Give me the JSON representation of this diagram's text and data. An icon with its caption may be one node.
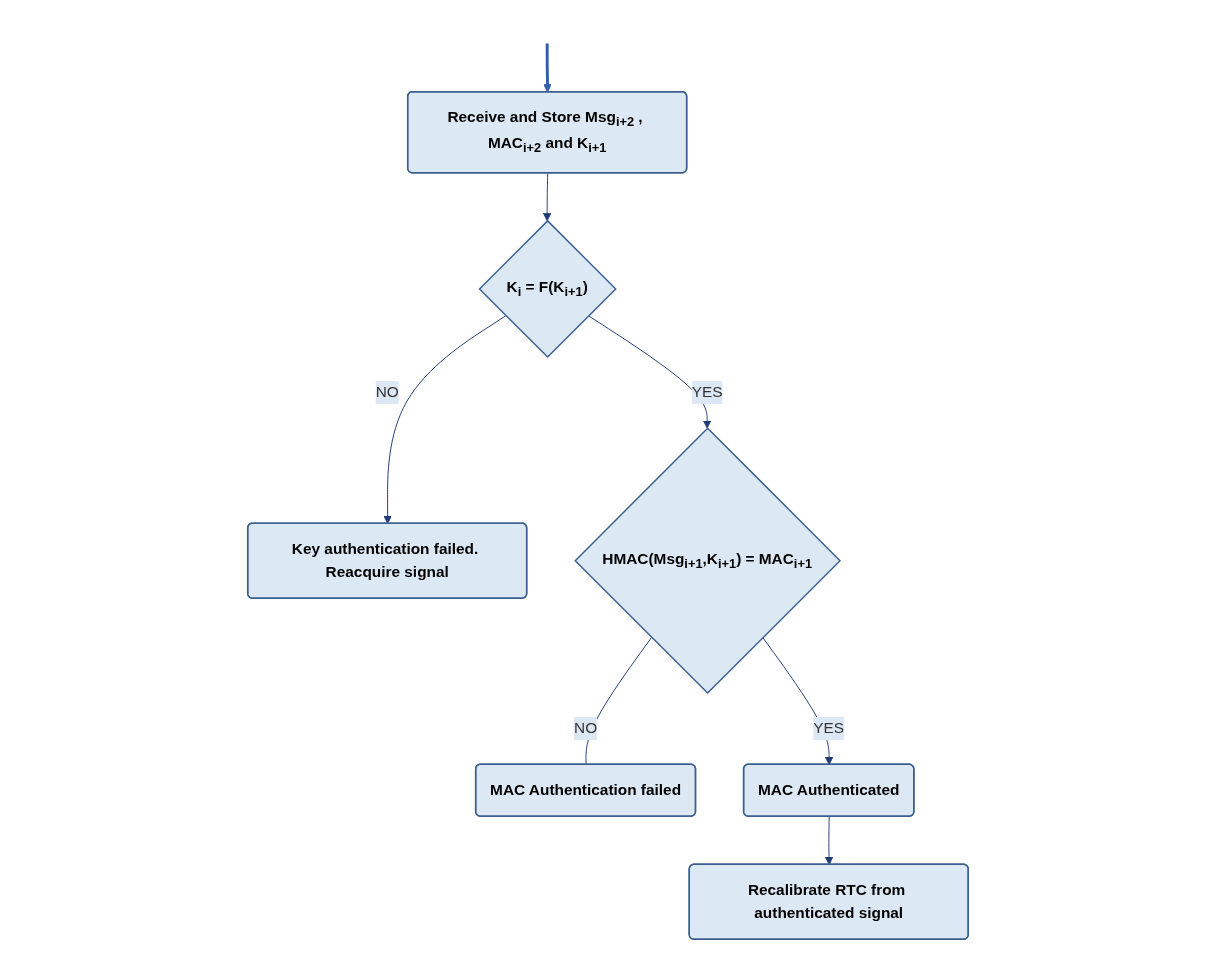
{
  "diagram": {
    "nodes": [
      {
        "text": [
          "Receive and Store Msg$_{i+2}$ , MAC$_{i+2}$ and K$_{i+1}$"
        ]
      },
      {
        "text": [
          "K$_{i}$ = F(K$_{i+1}$)"
        ]
      },
      {
        "text": [
          "Key authentication failed. Reacquire signal"
        ]
      },
      {
        "text": [
          "HMAC(Msg$_{i+1}$,K$_{i+1}$) = MAC$_{i+1}$"
        ]
      },
      {
        "text": [
          "MAC Authentication failed"
        ]
      },
      {
        "text": [
          "MAC Authenticated"
        ]
      },
      {
        "text": [
          "Recalibrate RTC from authenticated signal"
        ]
      }
    ],
    "edges": [
      {
        "from": null,
        "to": 0,
        "arrow": "to",
        "style": "thick",
        "color": "#2f5ea8"
      },
      {
        "from": 0,
        "to": 1,
        "arrow": "to"
      },
      {
        "from": 1,
        "to": 2,
        "arrow": "to",
        "label": "NO"
      },
      {
        "from": 1,
        "to": 3,
        "arrow": "to",
        "label": "YES"
      },
      {
        "from": 3,
        "to": 4,
        "arrow": "none",
        "label": "NO"
      },
      {
        "from": 3,
        "to": 5,
        "arrow": "to",
        "label": "YES"
      },
      {
        "from": 5,
        "to": 6,
        "arrow": "to"
      }
    ]
  }
}
